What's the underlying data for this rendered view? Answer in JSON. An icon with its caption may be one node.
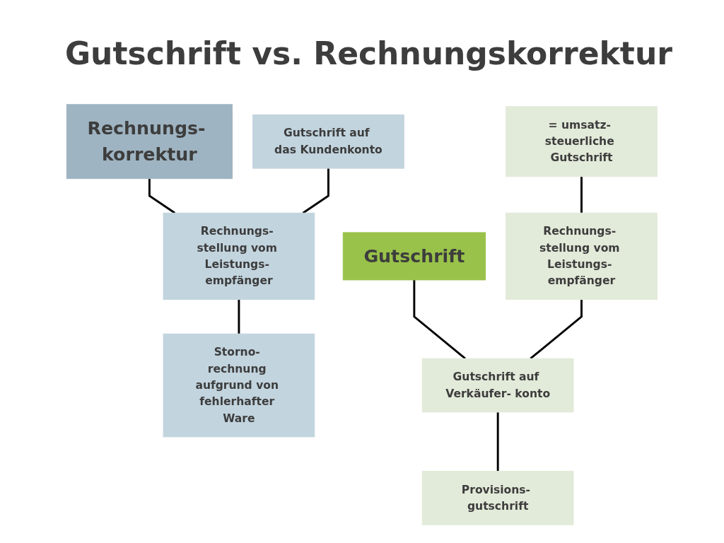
{
  "diagram": {
    "title": "Gutschrift vs. Rechnungskorrektur",
    "nodes": [
      {
        "text": [
          "Rechnungs- korrektur"
        ]
      },
      {
        "text": [
          "Gutschrift"
        ]
      },
      {
        "text": [
          "Gutschrift auf das Kundenkonto"
        ]
      },
      {
        "text": [
          "Rechnungs- stellung vom Leistungs- empfänger"
        ]
      },
      {
        "text": [
          "Storno- rechnung aufgrund von fehlerhafter Ware"
        ]
      },
      {
        "text": [
          "= umsatz- steuerliche Gutschrift"
        ]
      },
      {
        "text": [
          "Rechnungs- stellung vom Leistungs- empfänger"
        ]
      },
      {
        "text": [
          "Gutschrift auf Verkäufer- konto"
        ]
      },
      {
        "text": [
          "Provisions- gutschrift"
        ]
      }
    ],
    "edges": [
      {
        "from": 0,
        "to": 3,
        "arrow": "none"
      },
      {
        "from": 2,
        "to": 3,
        "arrow": "none"
      },
      {
        "from": 3,
        "to": 4,
        "arrow": "none"
      },
      {
        "from": 1,
        "to": 7,
        "arrow": "none"
      },
      {
        "from": 5,
        "to": 6,
        "arrow": "none"
      },
      {
        "from": 6,
        "to": 7,
        "arrow": "none"
      },
      {
        "from": 7,
        "to": 8,
        "arrow": "none"
      }
    ]
  }
}
